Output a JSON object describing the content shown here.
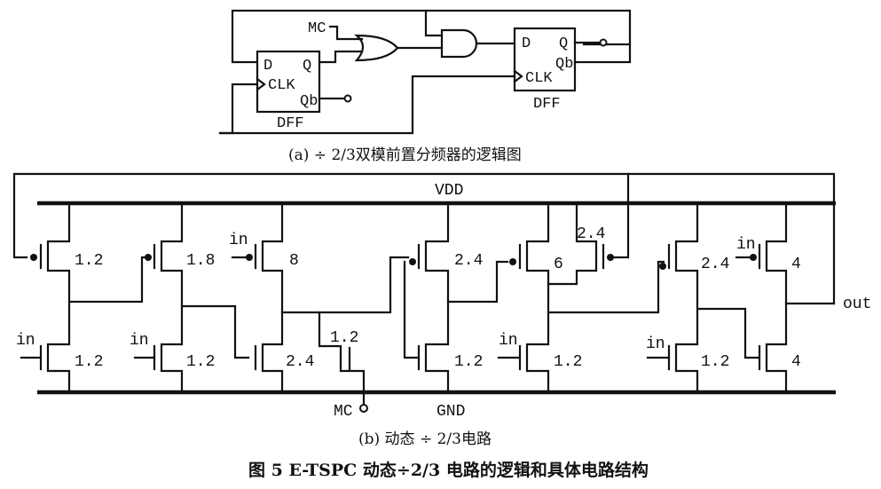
{
  "logic": {
    "mc_label": "MC",
    "dff1": {
      "d": "D",
      "q": "Q",
      "clk": "CLK",
      "qb": "Qb",
      "name": "DFF"
    },
    "dff2": {
      "d": "D",
      "q": "Q",
      "clk": "CLK",
      "qb": "Qb",
      "name": "DFF"
    },
    "caption": "(a) ÷ 2/3双模前置分频器的逻辑图"
  },
  "circuit": {
    "vdd": "VDD",
    "gnd": "GND",
    "out": "out",
    "mc": "MC",
    "pmos": [
      {
        "size": "1.2",
        "in": ""
      },
      {
        "size": "1.8",
        "in": ""
      },
      {
        "size": "8",
        "in": "in"
      },
      {
        "size": "2.4",
        "in": ""
      },
      {
        "size": "6",
        "in": ""
      },
      {
        "size": "2.4",
        "in": ""
      },
      {
        "size": "2.4",
        "in": ""
      },
      {
        "size": "4",
        "in": "in"
      }
    ],
    "nmos": [
      {
        "size": "1.2",
        "in": "in"
      },
      {
        "size": "1.2",
        "in": "in"
      },
      {
        "size": "2.4",
        "in": ""
      },
      {
        "size": "1.2",
        "in": ""
      },
      {
        "size": "1.2",
        "in": ""
      },
      {
        "size": "1.2",
        "in": "in"
      },
      {
        "size": "1.2",
        "in": "in"
      },
      {
        "size": "4",
        "in": ""
      }
    ],
    "caption": "(b) 动态 ÷ 2/3电路"
  },
  "figure_caption": "图 5   E-TSPC 动态÷2/3 电路的逻辑和具体电路结构"
}
